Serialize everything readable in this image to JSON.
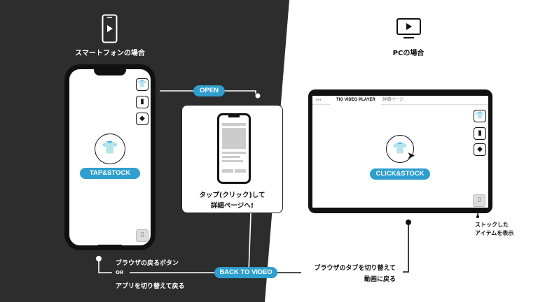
{
  "smartphone": {
    "title": "スマートフォンの場合",
    "icon": "smartphone-play-icon",
    "tap_label": "TAP&STOCK",
    "side_icons": [
      "tshirt-icon",
      "book-icon",
      "ticket-icon"
    ]
  },
  "open_label": "OPEN",
  "card": {
    "line1": "タップ(クリック)して",
    "line2": "詳細ページへ!"
  },
  "pc": {
    "title": "PCの場合",
    "icon": "monitor-play-icon",
    "tab_dots": "●●●",
    "tab_active": "TIG VIDEO PLAYER",
    "tab_inactive": "詳細ページ",
    "click_label": "CLICK&STOCK",
    "stock_note_line1": "ストックした",
    "stock_note_line2": "アイテムを表示"
  },
  "back": {
    "label": "BACK TO VIDEO",
    "left_line1": "ブラウザの戻るボタン",
    "left_or": "OR",
    "left_line2": "アプリを切り替えて戻る",
    "right_line1": "ブラウザのタブを切り替えて",
    "right_line2": "動画に戻る"
  },
  "colors": {
    "accent": "#2e9fce",
    "dark": "#2d2d2d"
  }
}
